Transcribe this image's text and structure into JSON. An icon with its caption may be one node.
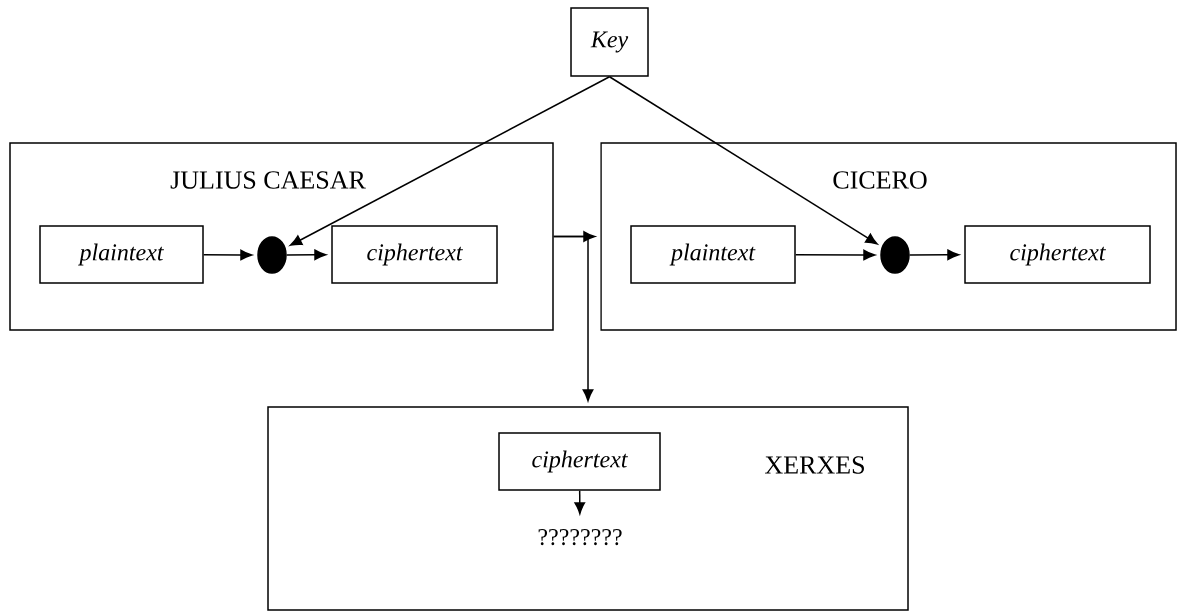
{
  "diagram": {
    "nodes": [
      {
        "text": [
          "Key"
        ]
      },
      {
        "text": [
          "JULIUS CAESAR"
        ]
      },
      {
        "text": [
          "plaintext"
        ],
        "in": 1
      },
      {
        "text": [],
        "shape": "circle",
        "in": 1
      },
      {
        "text": [
          "ciphertext"
        ],
        "in": 1
      },
      {
        "text": [
          "CICERO"
        ]
      },
      {
        "text": [
          "plaintext"
        ],
        "in": 5
      },
      {
        "text": [],
        "shape": "circle",
        "in": 5
      },
      {
        "text": [
          "ciphertext"
        ],
        "in": 5
      },
      {
        "text": [
          "XERXES"
        ]
      },
      {
        "text": [
          "ciphertext"
        ],
        "in": 9
      },
      {
        "text": [
          "????????"
        ],
        "in": 9
      }
    ],
    "edges": [
      {
        "from": 0,
        "to": 3,
        "arrow": "to"
      },
      {
        "from": 0,
        "to": 7,
        "arrow": "to"
      },
      {
        "from": 2,
        "to": 3,
        "arrow": "to"
      },
      {
        "from": 3,
        "to": 4,
        "arrow": "to"
      },
      {
        "from": 6,
        "to": 7,
        "arrow": "to"
      },
      {
        "from": 7,
        "to": 8,
        "arrow": "to"
      },
      {
        "from": 1,
        "to": 5,
        "arrow": "to"
      },
      {
        "from": 1,
        "to": 9,
        "arrow": "to"
      },
      {
        "from": 10,
        "to": 11,
        "arrow": "to"
      }
    ]
  }
}
